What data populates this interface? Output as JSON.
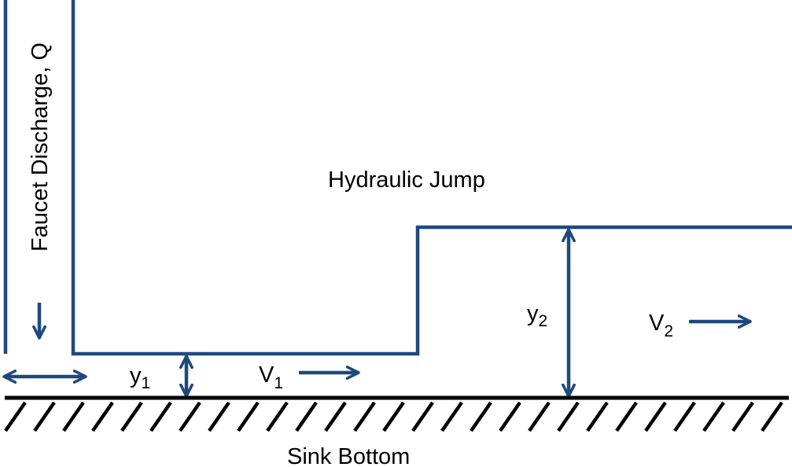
{
  "labels": {
    "faucet": "Faucet Discharge, Q",
    "jump": "Hydraulic Jump",
    "sink": "Sink Bottom",
    "y1_base": "y",
    "y1_sub": "1",
    "v1_base": "V",
    "v1_sub": "1",
    "y2_base": "y",
    "y2_sub": "2",
    "v2_base": "V",
    "v2_sub": "2"
  },
  "colors": {
    "water": "#1F497D",
    "ground": "#000000"
  }
}
